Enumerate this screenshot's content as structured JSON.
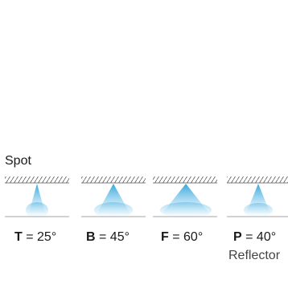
{
  "title": "Spot",
  "fixtures": [
    {
      "letter": "T",
      "angle": "= 25°"
    },
    {
      "letter": "B",
      "angle": "= 45°"
    },
    {
      "letter": "F",
      "angle": "= 60°"
    },
    {
      "letter": "P",
      "angle": "= 40°",
      "subtitle": "Reflector"
    }
  ],
  "colors": {
    "beam": "#2aa0d8",
    "beam_fade": "#d6eef9",
    "hatch": "#555555",
    "text": "#1a1a1a"
  }
}
